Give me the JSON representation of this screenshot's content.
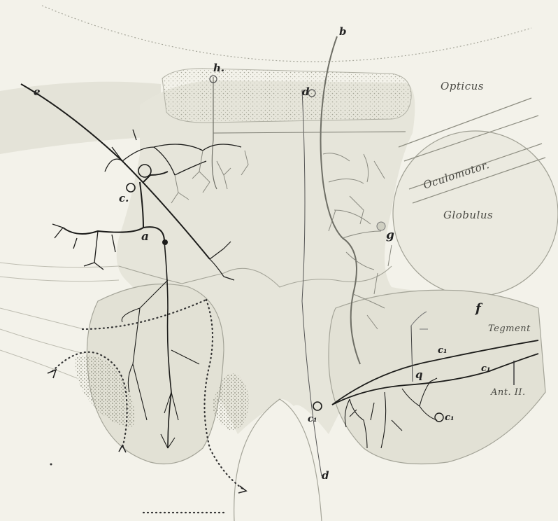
{
  "figure": {
    "region_labels": {
      "opticus": "Opticus",
      "oculomotor": "Oculomotor.",
      "globulus": "Globulus",
      "tegment": "Tegment",
      "ant_ii": "Ant. II."
    },
    "letter_labels": {
      "b": "b",
      "h": "h.",
      "d_top": "d",
      "e": "e",
      "c": "c.",
      "a": "a",
      "g": "g",
      "f": "f",
      "q": "q",
      "c1_upper": "c₁",
      "c1_right": "c₁",
      "c1_left": "c₁",
      "c1_low": "c₁",
      "d_bottom": "d"
    }
  }
}
